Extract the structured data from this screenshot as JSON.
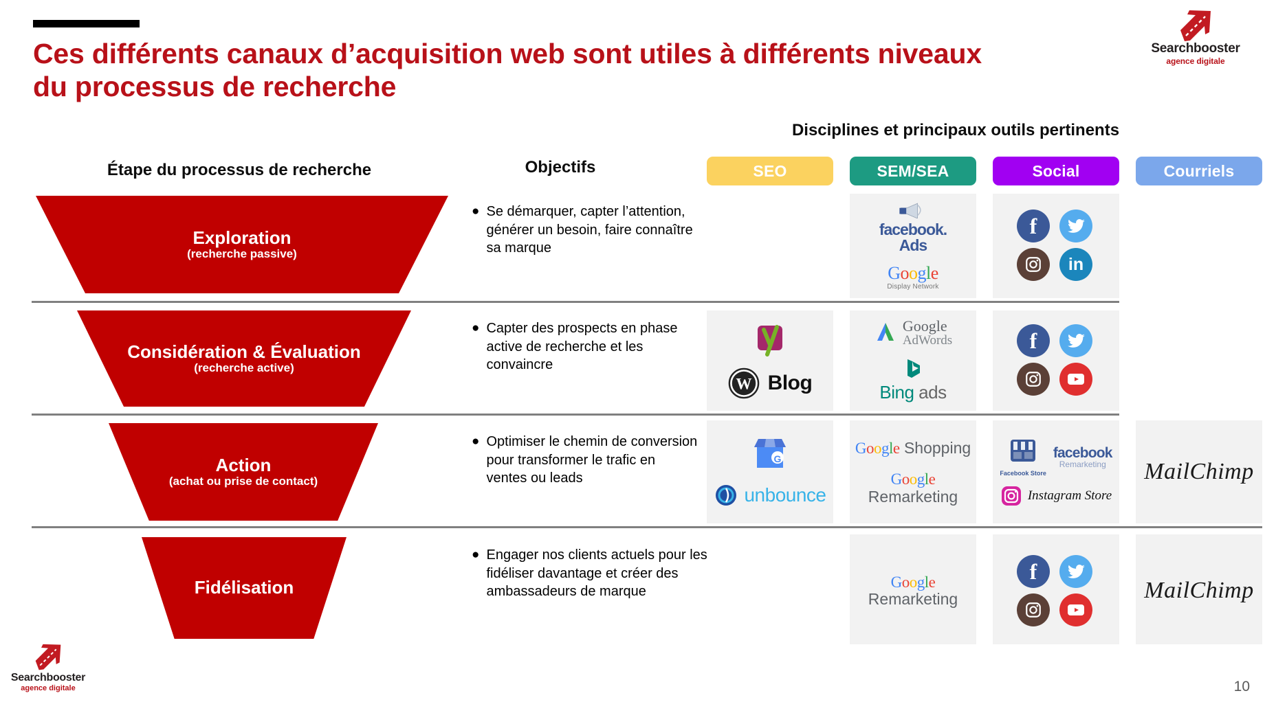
{
  "slide": {
    "title": "Ces différents canaux d’acquisition web sont utiles à différents niveaux du processus de recherche",
    "page_number": "10",
    "accent_red": "#b81119",
    "funnel_red": "#c00000"
  },
  "brand": {
    "name": "Searchbooster",
    "tagline": "agence digitale",
    "logo_icon": "arrow-up-right-icon"
  },
  "headers": {
    "stage_column": "Étape du processus de recherche",
    "objectives_column": "Objectifs",
    "disciplines_title": "Disciplines et principaux outils pertinents"
  },
  "disciplines": [
    {
      "label": "SEO",
      "color": "#fbd25f"
    },
    {
      "label": "SEM/SEA",
      "color": "#1d9b82"
    },
    {
      "label": "Social",
      "color": "#a100f2"
    },
    {
      "label": "Courriels",
      "color": "#7ba7eb"
    }
  ],
  "rows": [
    {
      "stage": "Exploration",
      "stage_sub": "(recherche passive)",
      "objective_lines": [
        "Se démarquer, capter",
        "l’attention, générer un",
        "besoin, faire connaître sa",
        "marque"
      ],
      "tools": {
        "seo": [],
        "sem": [
          "facebook Ads",
          "Google Display Network"
        ],
        "social": [
          "Facebook",
          "Twitter",
          "Instagram",
          "LinkedIn"
        ],
        "courriels": []
      }
    },
    {
      "stage": "Considération & Évaluation",
      "stage_sub": "(recherche active)",
      "objective_lines": [
        "Capter des prospects en",
        "phase active de recherche",
        "et les convaincre"
      ],
      "tools": {
        "seo": [
          "Yoast",
          "WordPress Blog"
        ],
        "sem": [
          "Google AdWords",
          "Bing ads"
        ],
        "social": [
          "Facebook",
          "Twitter",
          "Instagram",
          "YouTube"
        ],
        "courriels": []
      }
    },
    {
      "stage": "Action",
      "stage_sub": "(achat ou prise de contact)",
      "objective_lines": [
        "Optimiser le chemin de",
        "conversion pour",
        "transformer le trafic en",
        "ventes ou leads"
      ],
      "tools": {
        "seo": [
          "Google My Business",
          "unbounce"
        ],
        "sem": [
          "Google Shopping",
          "Google Remarketing"
        ],
        "social": [
          "Facebook Store",
          "facebook Remarketing",
          "Instagram Store"
        ],
        "courriels": [
          "MailChimp"
        ]
      }
    },
    {
      "stage": "Fidélisation",
      "stage_sub": "",
      "objective_lines": [
        "Engager nos clients actuels",
        "pour les fidéliser davantage",
        "et créer des ambassadeurs",
        "de marque"
      ],
      "tools": {
        "seo": [],
        "sem": [
          "Google Remarketing"
        ],
        "social": [
          "Facebook",
          "Twitter",
          "Instagram",
          "YouTube"
        ],
        "courriels": [
          "MailChimp"
        ]
      }
    }
  ],
  "logo_text": {
    "facebook_ads_l1": "facebook.",
    "facebook_ads_l2": "Ads",
    "google": "Google",
    "display_network": "Display Network",
    "adwords_sub": "AdWords",
    "bing": "Bing",
    "ads": "ads",
    "blog": "Blog",
    "unbounce": "unbounce",
    "shopping": "Shopping",
    "remarketing": "Remarketing",
    "facebook_word": "facebook",
    "remarketing_small": "Remarketing",
    "facebook_store": "Facebook Store",
    "instagram_store": "Instagram Store",
    "mailchimp": "MailChimp"
  }
}
